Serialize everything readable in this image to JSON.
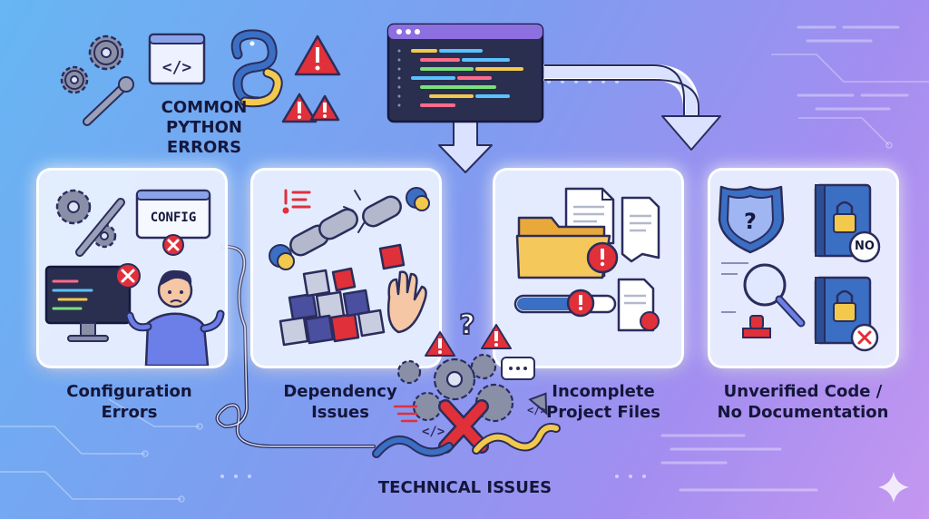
{
  "header": {
    "title_line1": "COMMON",
    "title_line2": "PYTHON ERRORS",
    "code_icon": "</>"
  },
  "cards": [
    {
      "line1": "Configuration",
      "line2": "Errors",
      "icon": "gear-wrench-config-icon",
      "sign": "CONFIG"
    },
    {
      "line1": "Dependency",
      "line2": "Issues",
      "icon": "broken-chain-puzzle-icon"
    },
    {
      "line1": "Incomplete",
      "line2": "Project Files",
      "icon": "folder-progress-icon"
    },
    {
      "line1": "Unverified Code /",
      "line2": "No Documentation",
      "icon": "shield-locked-book-icon",
      "badge": "NO"
    }
  ],
  "center": {
    "label": "TECHNICAL ISSUES",
    "code_icon": "</>"
  },
  "colors": {
    "accent_red": "#e0303a",
    "card_bg": "#ecf2ff",
    "text_dark": "#14163a",
    "python_blue": "#3b6fc4",
    "python_yellow": "#f2c94c"
  }
}
